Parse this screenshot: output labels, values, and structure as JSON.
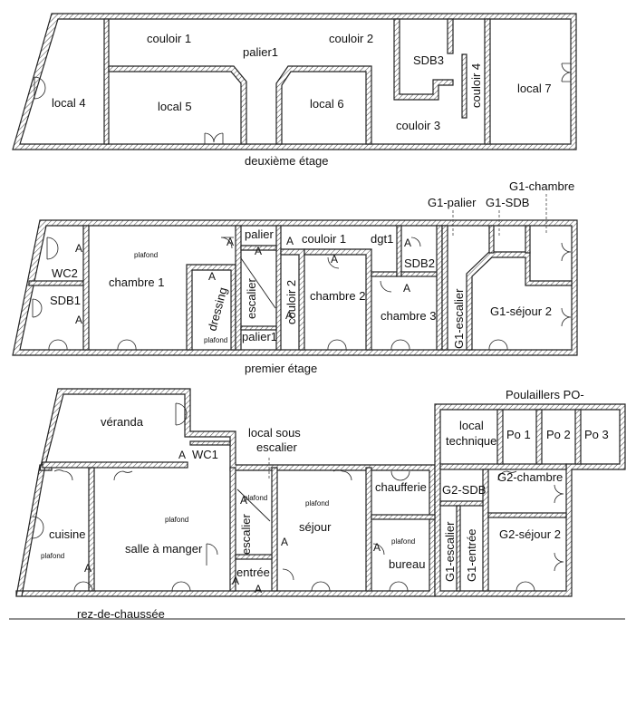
{
  "floors": {
    "deuxieme": {
      "caption": "deuxième étage",
      "rooms": {
        "couloir1": "couloir 1",
        "palier1": "palier1",
        "couloir2": "couloir 2",
        "sdb3": "SDB3",
        "couloir4": "couloir 4",
        "local7": "local 7",
        "local4": "local 4",
        "local5": "local 5",
        "local6": "local 6",
        "couloir3": "couloir 3"
      }
    },
    "premier": {
      "caption": "premier étage",
      "callouts": {
        "g1chambre": "G1-chambre",
        "g1palier": "G1-palier",
        "g1sdb": "G1-SDB"
      },
      "rooms": {
        "wc2": "WC2",
        "sdb1": "SDB1",
        "chambre1": "chambre 1",
        "plafond1": "plafond",
        "dressing": "dressing",
        "plafond2": "plafond",
        "palier": "palier",
        "escalier": "escalier",
        "palier1": "palier1",
        "couloir1": "couloir 1",
        "couloir2": "couloir 2",
        "chambre2": "chambre 2",
        "dgt1": "dgt1",
        "sdb2": "SDB2",
        "chambre3": "chambre 3",
        "g1escalier": "G1-escalier",
        "g1sejour2": "G1-séjour 2"
      }
    },
    "rdc": {
      "caption": "rez-de-chaussée",
      "poulaillers": "Poulaillers  PO-",
      "local_sous_escalier": "local sous escalier",
      "rooms": {
        "veranda": "véranda",
        "wc1": "WC1",
        "cuisine": "cuisine",
        "plafond_cuisine": "plafond",
        "salle_a_manger": "salle à manger",
        "plafond_sam": "plafond",
        "escalier": "escalier",
        "plafond_esc": "plafond",
        "entree": "entrée",
        "sejour": "séjour",
        "plafond_sejour": "plafond",
        "chaufferie": "chaufferie",
        "bureau": "bureau",
        "plafond_bureau": "plafond",
        "g2sdb": "G2-SDB",
        "g2escalier": "G1-escalier",
        "g1entree": "G1-entrée",
        "g2chambre": "G2-chambre",
        "g2sejour2": "G2-séjour 2",
        "local_technique": "local technique",
        "po1": "Po 1",
        "po2": "Po 2",
        "po3": "Po 3"
      }
    }
  },
  "marker": "A"
}
